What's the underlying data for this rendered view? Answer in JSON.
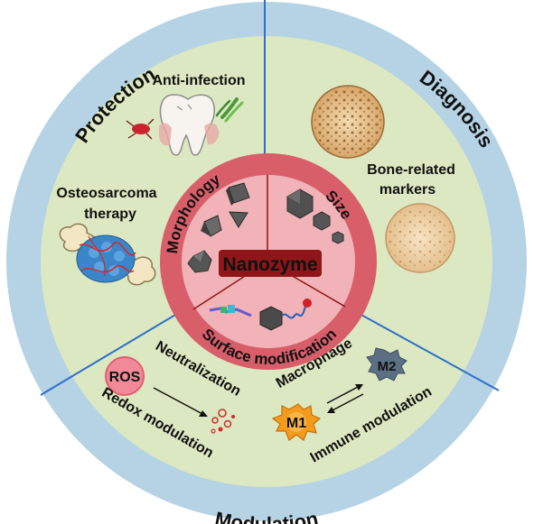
{
  "center": {
    "label": "Nanozyme"
  },
  "inner_ring": {
    "morphology": "Morphology",
    "size": "Size",
    "surface": "Surface modification"
  },
  "outer_ring": {
    "protection": "Protection",
    "diagnosis": "Diagnosis",
    "modulation": "Modulation"
  },
  "protection": {
    "anti_infection": "Anti-infection",
    "osteosarcoma_line1": "Osteosarcoma",
    "osteosarcoma_line2": "therapy"
  },
  "diagnosis": {
    "markers_line1": "Bone-related",
    "markers_line2": "markers"
  },
  "modulation": {
    "ros": "ROS",
    "neutralization": "Neutralization",
    "redox": "Redox modulation",
    "macrophage": "Macrophage",
    "m1": "M1",
    "m2": "M2",
    "immune": "Immune modulation"
  },
  "colors": {
    "outer_ring": "#b5d3e4",
    "sector_fill": "#dce8c1",
    "divider": "#2f6fcb",
    "inner_ring": "#d85e6a",
    "inner_disk": "#f1b3b7",
    "label_box": "#8e1518"
  }
}
